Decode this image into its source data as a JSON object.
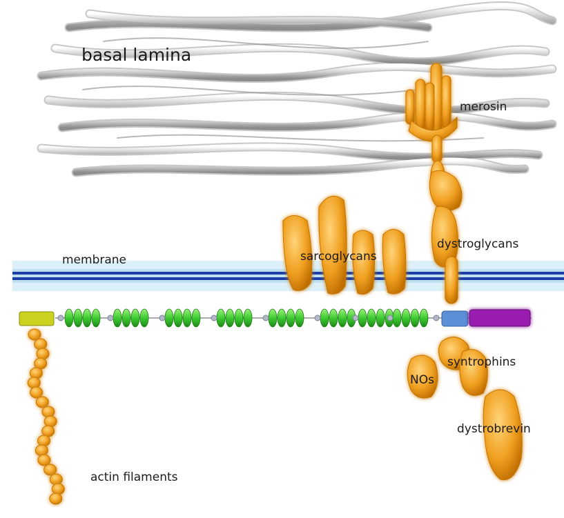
{
  "labels": {
    "basal_lamina": "basal lamina",
    "merosin": "merosin",
    "dystroglycans": "dystroglycans",
    "sarcoglycans": "sarcoglycans",
    "membrane": "membrane",
    "syntrophins": "syntrophins",
    "nos": "NOs",
    "dystrobrevin": "dystrobrevin",
    "actin_filaments": "actin filaments"
  },
  "colors": {
    "protein_orange": "#f0a020",
    "membrane_blue": "#1e3fa6",
    "membrane_glow": "#cfe9f5",
    "spectrin_green": "#3ecb32",
    "actin_binding_yellow": "#c9d21e",
    "cys_domain_blue": "#5b8fd6",
    "c_terminal_purple": "#9b1fb0",
    "lamina_gray": "#c8c8c8"
  }
}
